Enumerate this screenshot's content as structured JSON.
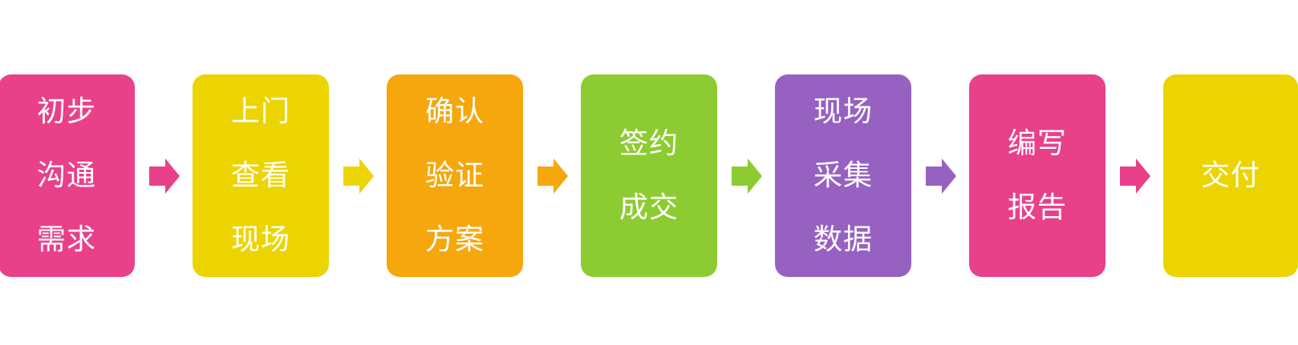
{
  "steps": [
    {
      "color": "#e9408a",
      "lines": [
        "初步",
        "沟通",
        "需求"
      ]
    },
    {
      "color": "#ecd400",
      "lines": [
        "上门",
        "查看",
        "现场"
      ]
    },
    {
      "color": "#f5a70d",
      "lines": [
        "确认",
        "验证",
        "方案"
      ]
    },
    {
      "color": "#8ccc32",
      "lines": [
        "签约",
        "成交"
      ]
    },
    {
      "color": "#9761c2",
      "lines": [
        "现场",
        "采集",
        "数据"
      ]
    },
    {
      "color": "#e9408a",
      "lines": [
        "编写",
        "报告"
      ]
    },
    {
      "color": "#ecd400",
      "lines": [
        "交付"
      ]
    }
  ],
  "arrows": [
    {
      "color": "#e9408a",
      "icon": "arrow-right-icon"
    },
    {
      "color": "#ecd400",
      "icon": "arrow-right-icon"
    },
    {
      "color": "#f5a70d",
      "icon": "arrow-right-icon"
    },
    {
      "color": "#8ccc32",
      "icon": "arrow-right-icon"
    },
    {
      "color": "#9761c2",
      "icon": "arrow-right-icon"
    },
    {
      "color": "#e9408a",
      "icon": "arrow-right-icon"
    }
  ]
}
